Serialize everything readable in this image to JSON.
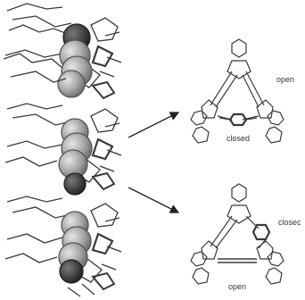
{
  "figure": {
    "label_open_top": "open",
    "label_closed_top": "closed",
    "label_closed_bottom": "closec",
    "label_open_bottom": "open"
  },
  "colors": {
    "stroke": "#3a3a3a",
    "sphere_light": "#b8b8b8",
    "sphere_mid": "#8c8c8c",
    "sphere_dark": "#3a3a3a",
    "arrow": "#222222"
  },
  "icons": [
    "molecular-stack-icon",
    "macrocycle-icon",
    "arrow-icon"
  ]
}
